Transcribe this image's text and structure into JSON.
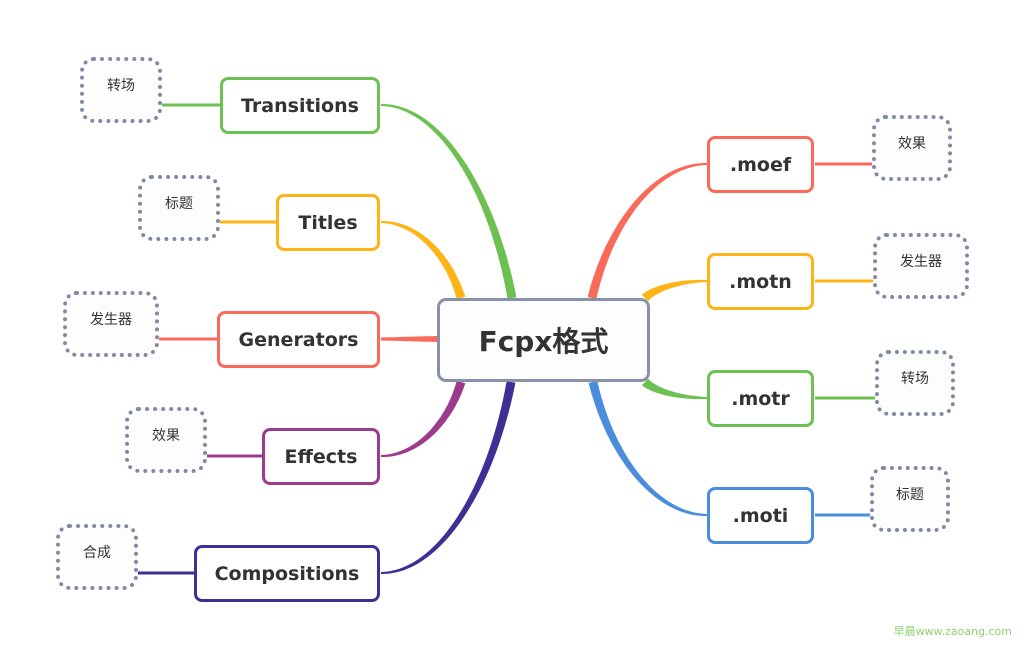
{
  "root": {
    "label": "Fcpx格式",
    "border_color": "#8791a8"
  },
  "left_branches": [
    {
      "label": "Transitions",
      "color": "#6cc152",
      "child": "转场"
    },
    {
      "label": "Titles",
      "color": "#fdb417",
      "child": "标题"
    },
    {
      "label": "Generators",
      "color": "#fa6a5a",
      "child": "发生器"
    },
    {
      "label": "Effects",
      "color": "#9b3b8d",
      "child": "效果"
    },
    {
      "label": "Compositions",
      "color": "#3f2e93",
      "child": "合成"
    }
  ],
  "right_branches": [
    {
      "label": ".moef",
      "color": "#fa6a5a",
      "child": "效果"
    },
    {
      "label": ".motn",
      "color": "#fdb417",
      "child": "发生器"
    },
    {
      "label": ".motr",
      "color": "#6cc152",
      "child": "转场"
    },
    {
      "label": ".moti",
      "color": "#4a8ddc",
      "child": "标题"
    }
  ],
  "leaf_border_color": "#7f8aa4",
  "watermark": "早晨www.zaoang.com"
}
